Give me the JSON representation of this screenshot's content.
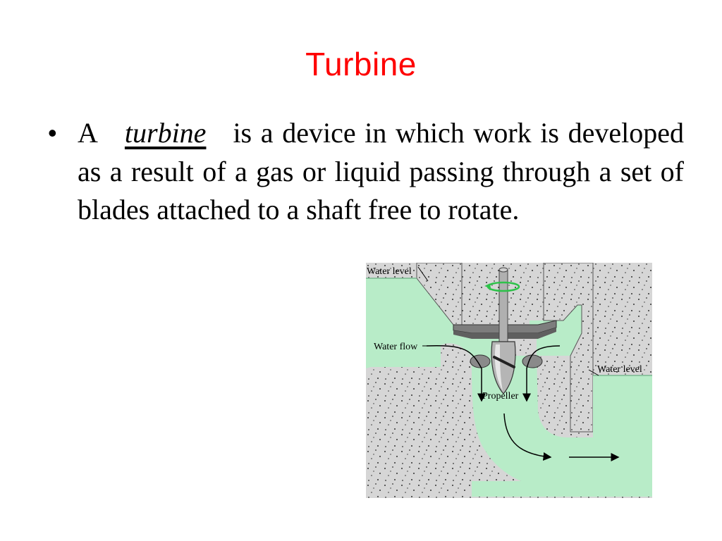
{
  "slide": {
    "title": "Turbine",
    "bullet": {
      "prefix": "A",
      "term": "turbine",
      "text": "is a device in which work is developed as a result of a gas or liquid passing through a set of blades attached to a shaft free to rotate."
    }
  },
  "figure": {
    "labels": {
      "water_level_left": "Water level",
      "water_flow": "Water flow",
      "propeller": "Propeller",
      "water_level_right": "Water level"
    },
    "colors": {
      "water": "#b8ecc8",
      "ground": "#d4d4d4",
      "metal": "#9a9a9a",
      "rotation_arrow": "#2ec24a"
    }
  }
}
